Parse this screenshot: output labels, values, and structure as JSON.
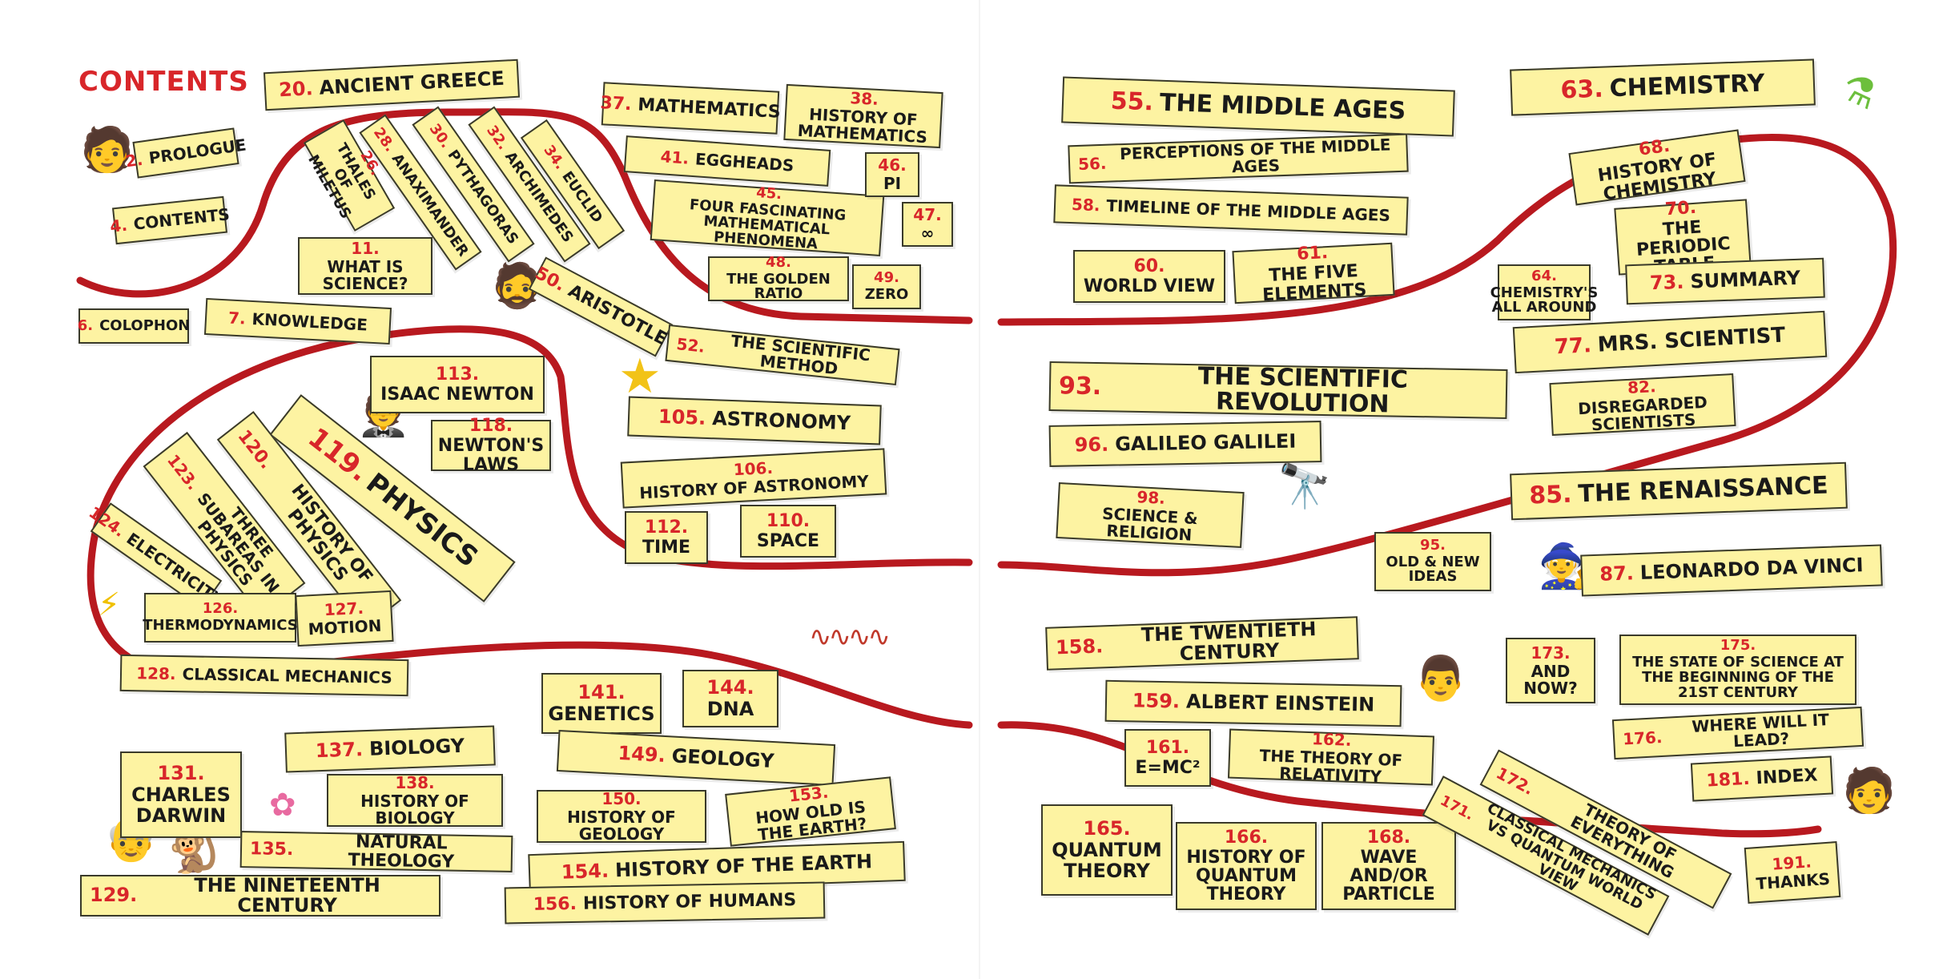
{
  "page": {
    "title": "CONTENTS"
  },
  "entries": [
    {
      "id": "prologue",
      "num": "2.",
      "text": "Prologue"
    },
    {
      "id": "contents",
      "num": "4.",
      "text": "Contents"
    },
    {
      "id": "colophon",
      "num": "6.",
      "text": "Colophon"
    },
    {
      "id": "knowledge",
      "num": "7.",
      "text": "Knowledge"
    },
    {
      "id": "what-is-science",
      "num": "11.",
      "text": "What is Science?"
    },
    {
      "id": "ancient-greece",
      "num": "20.",
      "text": "Ancient Greece"
    },
    {
      "id": "thales",
      "num": "26.",
      "text": "Thales of Miletus"
    },
    {
      "id": "anaximander",
      "num": "28.",
      "text": "Anaximander"
    },
    {
      "id": "pythagoras",
      "num": "30.",
      "text": "Pythagoras"
    },
    {
      "id": "archimedes",
      "num": "32.",
      "text": "Archimedes"
    },
    {
      "id": "euclid",
      "num": "34.",
      "text": "Euclid"
    },
    {
      "id": "mathematics",
      "num": "37.",
      "text": "Mathematics"
    },
    {
      "id": "history-math",
      "num": "38.",
      "text": "History of Mathematics"
    },
    {
      "id": "eggheads",
      "num": "41.",
      "text": "Eggheads"
    },
    {
      "id": "four-phenomena",
      "num": "45.",
      "text": "Four Fascinating Mathematical Phenomena"
    },
    {
      "id": "pi",
      "num": "46.",
      "text": "Pi"
    },
    {
      "id": "infinity",
      "num": "47.",
      "text": "∞"
    },
    {
      "id": "golden-ratio",
      "num": "48.",
      "text": "The Golden Ratio"
    },
    {
      "id": "zero",
      "num": "49.",
      "text": "Zero"
    },
    {
      "id": "aristotle",
      "num": "50.",
      "text": "Aristotle"
    },
    {
      "id": "scientific-method",
      "num": "52.",
      "text": "The Scientific Method"
    },
    {
      "id": "newton",
      "num": "113.",
      "text": "Isaac Newton"
    },
    {
      "id": "newtons-laws",
      "num": "118.",
      "text": "Newton's Laws"
    },
    {
      "id": "physics",
      "num": "119.",
      "text": "Physics"
    },
    {
      "id": "history-physics",
      "num": "120.",
      "text": "History of Physics"
    },
    {
      "id": "three-subareas",
      "num": "123.",
      "text": "Three Subareas in Physics"
    },
    {
      "id": "electricity",
      "num": "124.",
      "text": "Electricity"
    },
    {
      "id": "thermodynamics",
      "num": "126.",
      "text": "Thermodynamics"
    },
    {
      "id": "motion",
      "num": "127.",
      "text": "Motion"
    },
    {
      "id": "classical-mechanics",
      "num": "128.",
      "text": "Classical Mechanics"
    },
    {
      "id": "astronomy",
      "num": "105.",
      "text": "Astronomy"
    },
    {
      "id": "history-astronomy",
      "num": "106.",
      "text": "History of Astronomy"
    },
    {
      "id": "time",
      "num": "112.",
      "text": "Time"
    },
    {
      "id": "space",
      "num": "110.",
      "text": "Space"
    },
    {
      "id": "genetics",
      "num": "141.",
      "text": "Genetics"
    },
    {
      "id": "dna",
      "num": "144.",
      "text": "DNA"
    },
    {
      "id": "darwin",
      "num": "131.",
      "text": "Charles Darwin"
    },
    {
      "id": "biology",
      "num": "137.",
      "text": "Biology"
    },
    {
      "id": "history-biology",
      "num": "138.",
      "text": "History of Biology"
    },
    {
      "id": "natural-theology",
      "num": "135.",
      "text": "Natural Theology"
    },
    {
      "id": "nineteenth-century",
      "num": "129.",
      "text": "The Nineteenth Century"
    },
    {
      "id": "geology",
      "num": "149.",
      "text": "Geology"
    },
    {
      "id": "history-geology",
      "num": "150.",
      "text": "History of Geology"
    },
    {
      "id": "how-old-earth",
      "num": "153.",
      "text": "How old is the Earth?"
    },
    {
      "id": "history-earth",
      "num": "154.",
      "text": "History of the Earth"
    },
    {
      "id": "history-humans",
      "num": "156.",
      "text": "History of Humans"
    },
    {
      "id": "middle-ages",
      "num": "55.",
      "text": "The Middle Ages"
    },
    {
      "id": "perceptions-middle-ages",
      "num": "56.",
      "text": "Perceptions of the Middle Ages"
    },
    {
      "id": "timeline-middle-ages",
      "num": "58.",
      "text": "Timeline of the Middle Ages"
    },
    {
      "id": "world-view",
      "num": "60.",
      "text": "World View"
    },
    {
      "id": "five-elements",
      "num": "61.",
      "text": "The Five Elements"
    },
    {
      "id": "chemistry",
      "num": "63.",
      "text": "Chemistry"
    },
    {
      "id": "history-chemistry",
      "num": "68.",
      "text": "History of Chemistry"
    },
    {
      "id": "periodic-table",
      "num": "70.",
      "text": "The Periodic Table"
    },
    {
      "id": "chemistrys-all-around",
      "num": "64.",
      "text": "Chemistry's all around"
    },
    {
      "id": "summary",
      "num": "73.",
      "text": "Summary"
    },
    {
      "id": "mrs-scientist",
      "num": "77.",
      "text": "Mrs. Scientist"
    },
    {
      "id": "disregarded-scientists",
      "num": "82.",
      "text": "Disregarded Scientists"
    },
    {
      "id": "scientific-revolution",
      "num": "93.",
      "text": "The Scientific Revolution"
    },
    {
      "id": "galileo",
      "num": "96.",
      "text": "Galileo Galilei"
    },
    {
      "id": "science-religion",
      "num": "98.",
      "text": "Science & Religion"
    },
    {
      "id": "old-new-ideas",
      "num": "95.",
      "text": "Old & New Ideas"
    },
    {
      "id": "renaissance",
      "num": "85.",
      "text": "The Renaissance"
    },
    {
      "id": "leonardo",
      "num": "87.",
      "text": "Leonardo da Vinci"
    },
    {
      "id": "twentieth-century",
      "num": "158.",
      "text": "The Twentieth Century"
    },
    {
      "id": "einstein",
      "num": "159.",
      "text": "Albert Einstein"
    },
    {
      "id": "emc2",
      "num": "161.",
      "text": "E=MC²"
    },
    {
      "id": "relativity",
      "num": "162.",
      "text": "The Theory of Relativity"
    },
    {
      "id": "and-now",
      "num": "173.",
      "text": "And now?"
    },
    {
      "id": "state-of-science",
      "num": "175.",
      "text": "The State of Science at the Beginning of the 21st Century"
    },
    {
      "id": "where-will-it-lead",
      "num": "176.",
      "text": "Where will it lead?"
    },
    {
      "id": "index",
      "num": "181.",
      "text": "Index"
    },
    {
      "id": "quantum-theory",
      "num": "165.",
      "text": "Quantum Theory"
    },
    {
      "id": "history-quantum",
      "num": "166.",
      "text": "History of Quantum Theory"
    },
    {
      "id": "wave-particle",
      "num": "168.",
      "text": "Wave and/or Particle"
    },
    {
      "id": "classical-vs-quantum",
      "num": "171.",
      "text": "Classical Mechanics vs Quantum World View"
    },
    {
      "id": "theory-everything",
      "num": "172.",
      "text": "Theory of Everything"
    },
    {
      "id": "thanks",
      "num": "191.",
      "text": "Thanks"
    }
  ],
  "colors": {
    "title": "#d8262a",
    "number": "#d8262a",
    "label_fill": "#fdf3a2",
    "rope": "#b8191f"
  },
  "decorations": [
    "star",
    "flower",
    "lightning-bolt",
    "dna-helix",
    "test-tube",
    "cartoon-characters"
  ]
}
